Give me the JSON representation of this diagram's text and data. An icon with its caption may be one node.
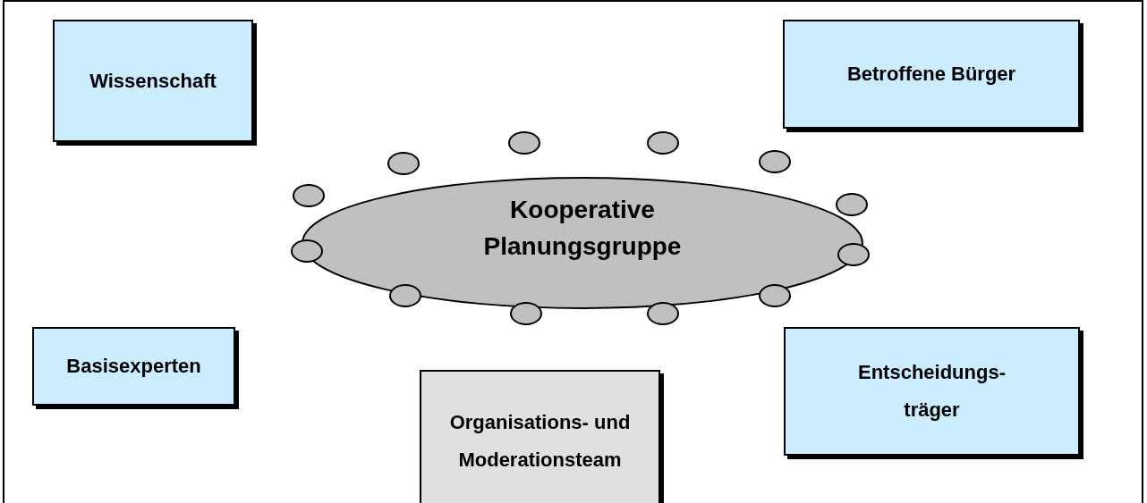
{
  "diagram": {
    "nodes": [
      {
        "text": [
          "Wissenschaft"
        ]
      },
      {
        "text": [
          "Betroffene Bürger"
        ]
      },
      {
        "text": [
          "Kooperative Planungsgruppe"
        ]
      },
      {
        "text": [
          "Basisexperten"
        ]
      },
      {
        "text": [
          "Organisations- und Moderationsteam"
        ]
      },
      {
        "text": [
          "Entscheidungs- träger"
        ]
      }
    ]
  }
}
